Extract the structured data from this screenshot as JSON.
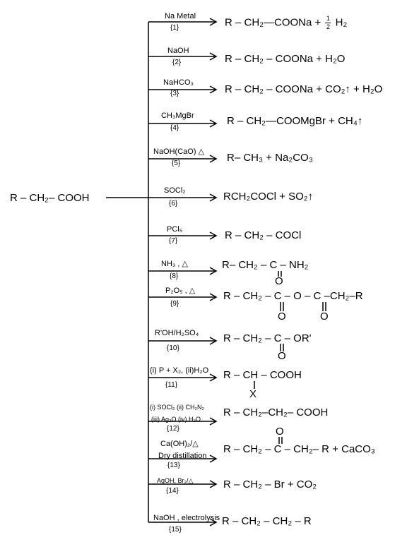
{
  "start": "R – CH₂– COOH",
  "reactions": [
    {
      "reagent": "Na Metal",
      "num": "{1}",
      "product": "R – CH₂—COONa +",
      "frac_num": "1",
      "frac_den": "2",
      "tail": " H₂"
    },
    {
      "reagent": "NaOH",
      "num": "{2}",
      "product": "R – CH₂ – COONa + H₂O"
    },
    {
      "reagent": "NaHCO₃",
      "num": "{3}",
      "product": "R – CH₂ – COONa + CO₂↑ + H₂O"
    },
    {
      "reagent": "CH₃MgBr",
      "num": "{4}",
      "product": "R –  CH₂—COOMgBr + CH₄↑"
    },
    {
      "reagent": "NaOH(CaO) △",
      "num": "{5}",
      "product": "R–   CH₃ +  Na₂CO₃"
    },
    {
      "reagent": "SOCl₂",
      "num": "{6}",
      "product": "RCH₂COCl + SO₂↑"
    },
    {
      "reagent": "PCl₅",
      "num": "{7}",
      "product": "R – CH₂ – COCl"
    },
    {
      "reagent": "NH₃ , △",
      "num": "{8}",
      "product": "R–  CH₂ – C – NH₂"
    },
    {
      "reagent": "P₂O₅ , △",
      "num": "{9}",
      "product": "R – CH₂ – C – O – C –CH₂–R"
    },
    {
      "reagent": "R'OH/H₂SO₄",
      "num": "{10}",
      "product": "R – CH₂ – C –  OR'"
    },
    {
      "reagent": "(i) P + X₂, (ii)H₂O",
      "num": "{11}",
      "product": "R –  CH –  COOH",
      "sub": "X"
    },
    {
      "reagent": "(i) SOCl₂ (ii) CH₂N₂",
      "reagent2": "(iii) Ag₂O (iv)  H₂O",
      "num": "{12}",
      "product": "R – CH₂–CH₂– COOH"
    },
    {
      "reagent": "Ca(OH)₂/△",
      "reagent2": "Dry distillation",
      "num": "{13}",
      "product": "R – CH₂ – C – CH₂– R + CaCO₃"
    },
    {
      "reagent": "AgOH, Br₂/△",
      "num": "{14}",
      "product": "R – CH₂ – Br + CO₂"
    },
    {
      "reagent": "NaOH , electrolysis",
      "num": "{15}",
      "product": "R –  CH₂ – CH₂ – R"
    }
  ],
  "carbonyl_o": "O"
}
